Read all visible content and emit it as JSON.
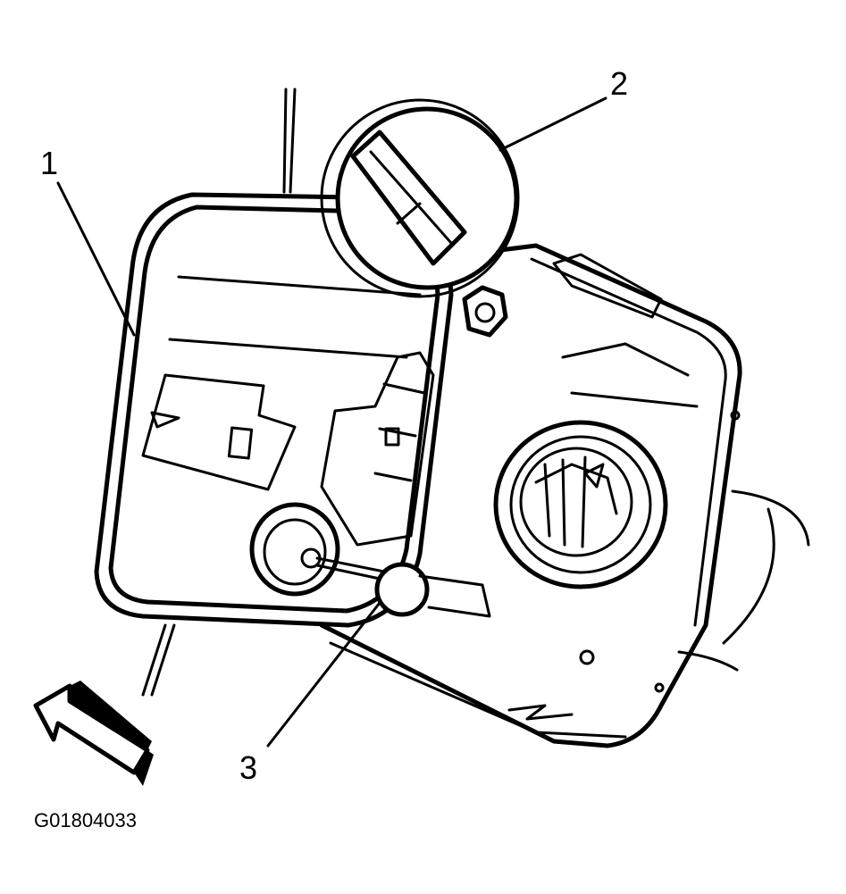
{
  "callouts": {
    "c1": "1",
    "c2": "2",
    "c3": "3"
  },
  "figure_id": "G01804033",
  "colors": {
    "ink": "#000000",
    "paper": "#ffffff"
  },
  "icons": {
    "direction_arrow": "arrow-up-left-icon"
  }
}
